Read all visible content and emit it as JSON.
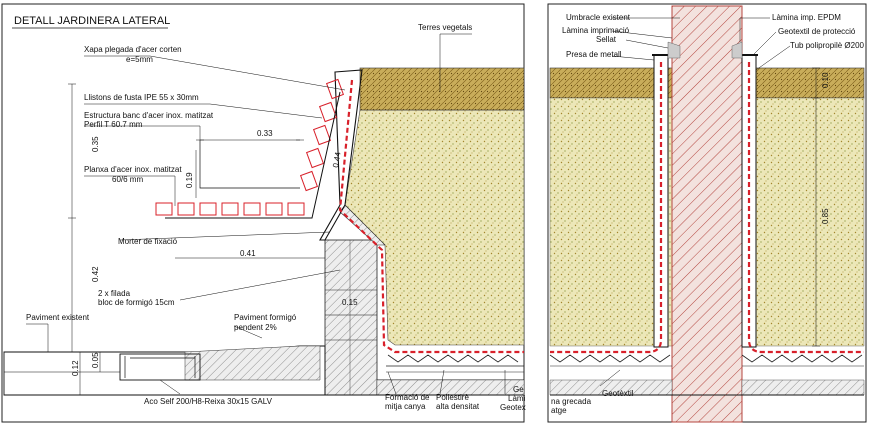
{
  "title": "DETALL JARDINERA LATERAL",
  "left_panel": {
    "labels": {
      "terres_vegetals": "Terres vegetals",
      "xapa": "Xapa plegada d'acer corten",
      "xapa_e": "e=5mm",
      "llistons": "Llistons de fusta IPE 55 x 30mm",
      "estructura": "Estructura banc d'acer inox. matitzat",
      "perfil": "Perfil T 60.7 mm",
      "planxa": "Planxa d'acer inox. matitzat",
      "planxa_size": "60/6 mm",
      "morter": "Morter de fixació",
      "filada": "2 x filada",
      "bloc": "bloc de formigó 15cm",
      "paviment_existent": "Paviment existent",
      "paviment_formigo": "Paviment formigó",
      "pendent": "pendent 2%",
      "aco": "Aco Self 200/H8-Reixa 30x15 GALV",
      "formacio": "Formació de",
      "mitja_canya": "mitja canya",
      "poliestire": "Poliestirè",
      "alta_densitat": "alta densitat",
      "ge": "Ge",
      "lami": "Làmi",
      "geotex_cut": "Geotex"
    },
    "dims": {
      "d033": "0.33",
      "d035": "0.35",
      "d044": "0.44",
      "d019": "0.19",
      "d041": "0.41",
      "d042": "0.42",
      "d015": "0.15",
      "d012": "0.12",
      "d005": "0.05"
    }
  },
  "right_panel": {
    "labels": {
      "umbracle": "Umbracle existent",
      "lamina_imprimacio": "Làmina imprimació",
      "sellat": "Sellat",
      "presa": "Presa de metall",
      "lamina_epdm": "Làmina imp. EPDM",
      "geotextil_proteccio": "Geotextil de protecció",
      "tub": "Tub polipropilè Ø200",
      "geotextil": "Geotèxtil",
      "na_grecada": "na grecada",
      "atge": "atge"
    },
    "dims": {
      "d010": "0.10",
      "d085": "0.85"
    }
  },
  "colors": {
    "soil": "#c9ad5a",
    "fill": "#ece7b8",
    "membrane": "#d8202a",
    "hatch": "#b4463f",
    "line": "#111111"
  }
}
